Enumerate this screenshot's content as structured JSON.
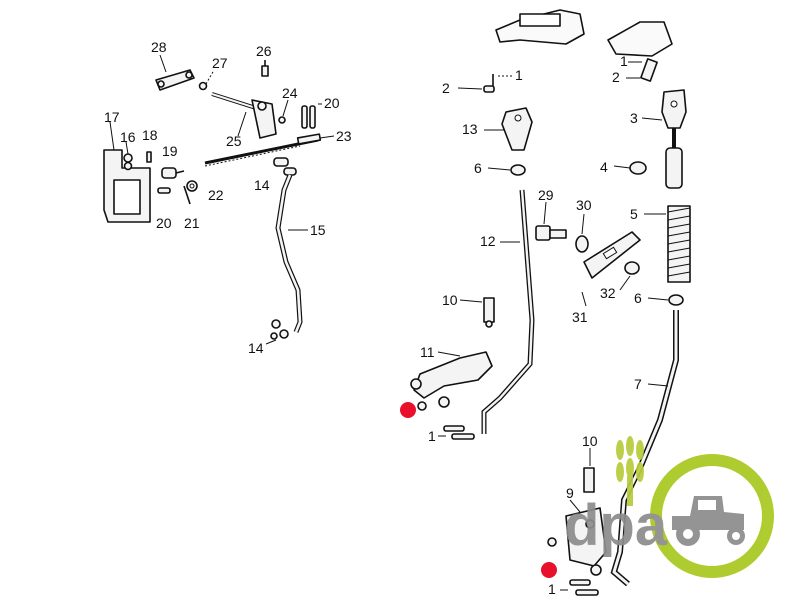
{
  "callouts": {
    "c28": "28",
    "c27": "27",
    "c26": "26",
    "c24": "24",
    "c20a": "20",
    "c23": "23",
    "c25": "25",
    "c17": "17",
    "c16": "16",
    "c18": "18",
    "c19": "19",
    "c22": "22",
    "c14a": "14",
    "c20b": "20",
    "c21": "21",
    "c15": "15",
    "c14b": "14",
    "c1a": "1",
    "c2a": "2",
    "c13": "13",
    "c6a": "6",
    "c29": "29",
    "c30": "30",
    "c12": "12",
    "c10a": "10",
    "c11": "11",
    "c1b": "1",
    "c31": "31",
    "c32": "32",
    "c1c": "1",
    "c2b": "2",
    "c3": "3",
    "c4": "4",
    "c5": "5",
    "c6b": "6",
    "c7": "7",
    "c10b": "10",
    "c9": "9",
    "c1d": "1"
  },
  "logo": {
    "text": "dpa",
    "colors": {
      "green": "#a8c81f",
      "grey": "#8c8c8c",
      "wheat": "#b8cc3a"
    }
  },
  "markers": {
    "color": "#e8102a"
  }
}
